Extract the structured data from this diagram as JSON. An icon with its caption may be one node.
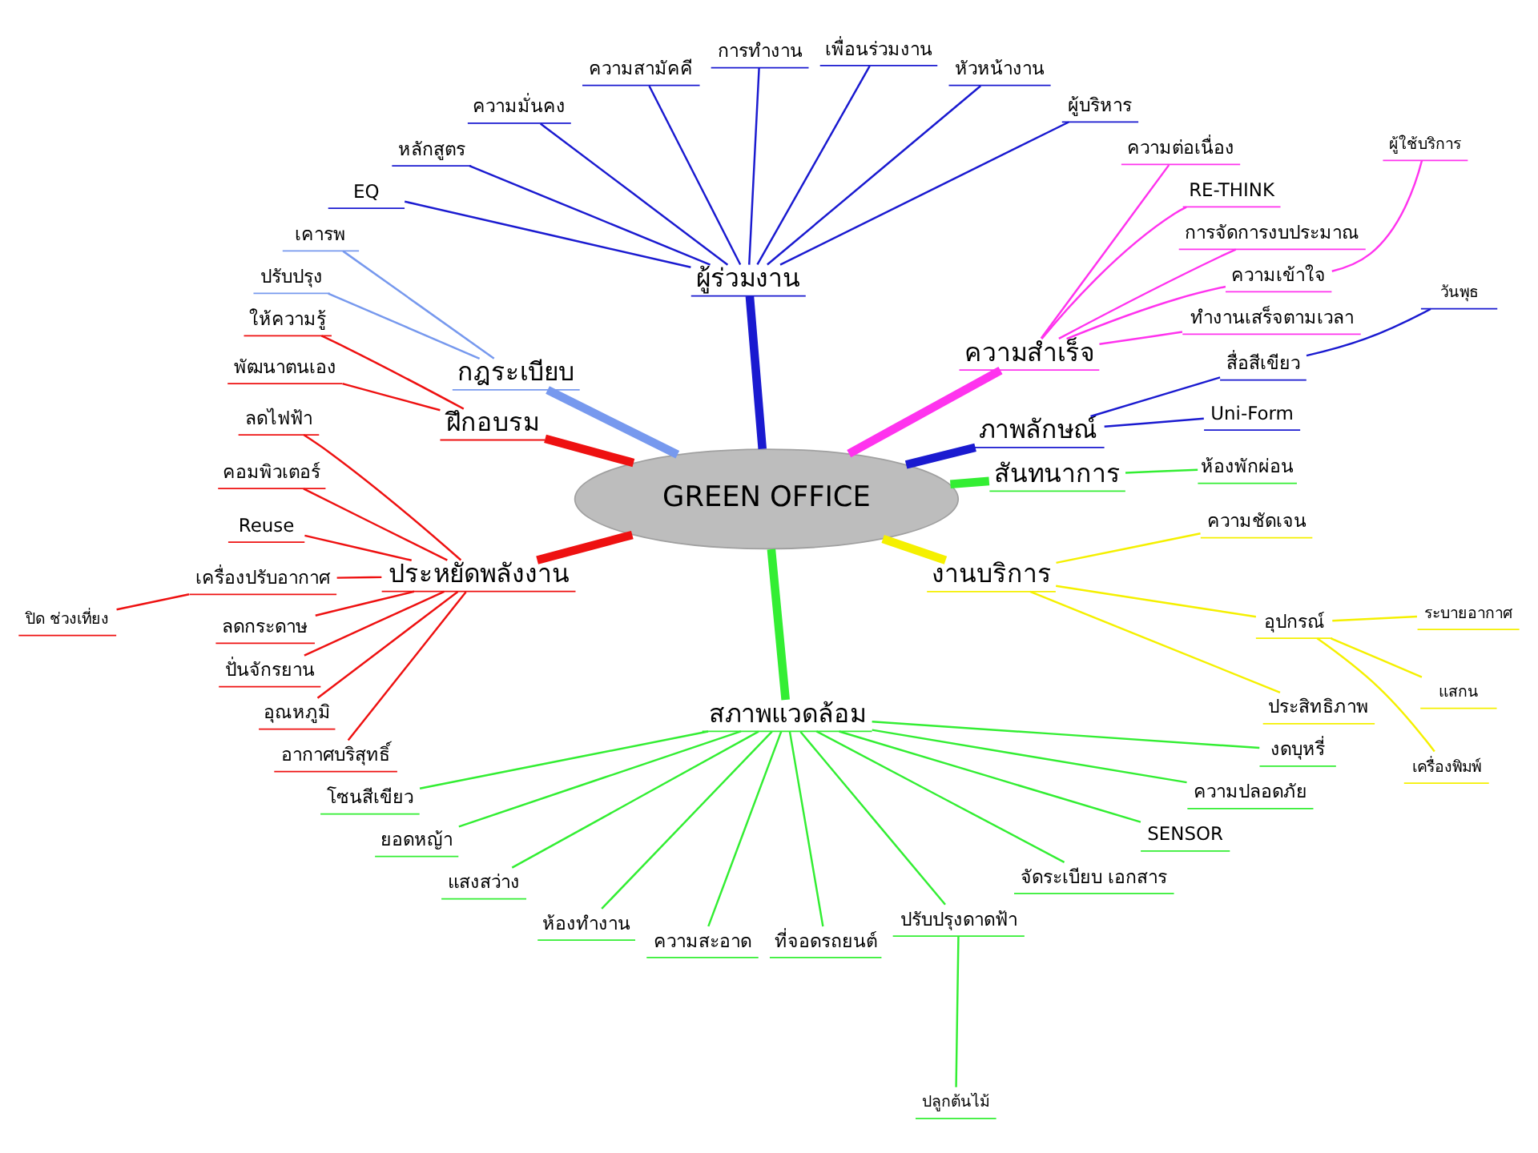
{
  "diagram": {
    "nodes": [
      {
        "text": [
          "GREEN OFFICE"
        ]
      },
      {
        "text": [
          "สันทนาการ"
        ]
      },
      {
        "text": [
          "ห้องพักผ่อน"
        ]
      },
      {
        "text": [
          "ภาพลักษณ์"
        ]
      },
      {
        "text": [
          "Uni-Form"
        ]
      },
      {
        "text": [
          "สื่อสีเขียว"
        ]
      },
      {
        "text": [
          "วันพุธ"
        ]
      },
      {
        "text": [
          "ความสำเร็จ"
        ]
      },
      {
        "text": [
          "ทำงานเสร็จตามเวลา"
        ]
      },
      {
        "text": [
          "ความเข้าใจ"
        ]
      },
      {
        "text": [
          "ผู้ใช้บริการ"
        ]
      },
      {
        "text": [
          "การจัดการงบประมาณ"
        ]
      },
      {
        "text": [
          "RE-THINK"
        ]
      },
      {
        "text": [
          "ความต่อเนื่อง"
        ]
      },
      {
        "text": [
          "ผู้ร่วมงาน"
        ]
      },
      {
        "text": [
          "ผู้บริหาร"
        ]
      },
      {
        "text": [
          "หัวหน้างาน"
        ]
      },
      {
        "text": [
          "เพื่อนร่วมงาน"
        ]
      },
      {
        "text": [
          "การทำงาน"
        ]
      },
      {
        "text": [
          "ความสามัคคี"
        ]
      },
      {
        "text": [
          "ความมั่นคง"
        ]
      },
      {
        "text": [
          "หลักสูตร"
        ]
      },
      {
        "text": [
          "EQ"
        ]
      },
      {
        "text": [
          "กฎระเบียบ"
        ]
      },
      {
        "text": [
          "เคารพ"
        ]
      },
      {
        "text": [
          "ปรับปรุง"
        ]
      },
      {
        "text": [
          "ฝึกอบรม"
        ]
      },
      {
        "text": [
          "ให้ความรู้"
        ]
      },
      {
        "text": [
          "พัฒนาตนเอง"
        ]
      },
      {
        "text": [
          "ประหยัดพลังงาน"
        ]
      },
      {
        "text": [
          "ลดไฟฟ้า"
        ]
      },
      {
        "text": [
          "คอมพิวเตอร์"
        ]
      },
      {
        "text": [
          "Reuse"
        ]
      },
      {
        "text": [
          "เครื่องปรับอากาศ"
        ]
      },
      {
        "text": [
          "ปิด ช่วงเที่ยง"
        ]
      },
      {
        "text": [
          "ลดกระดาษ"
        ]
      },
      {
        "text": [
          "ปั่นจักรยาน"
        ]
      },
      {
        "text": [
          "อุณหภูมิ"
        ]
      },
      {
        "text": [
          "อากาศบริสุทธิ์"
        ]
      },
      {
        "text": [
          "สภาพแวดล้อม"
        ]
      },
      {
        "text": [
          "โซนสีเขียว"
        ]
      },
      {
        "text": [
          "ยอดหญ้า"
        ]
      },
      {
        "text": [
          "แสงสว่าง"
        ]
      },
      {
        "text": [
          "ห้องทำงาน"
        ]
      },
      {
        "text": [
          "ความสะอาด"
        ]
      },
      {
        "text": [
          "ที่จอดรถยนต์"
        ]
      },
      {
        "text": [
          "ปรับปรุงดาดฟ้า"
        ]
      },
      {
        "text": [
          "ปลูกต้นไม้"
        ]
      },
      {
        "text": [
          "จัดระเบียบ เอกสาร"
        ]
      },
      {
        "text": [
          "SENSOR"
        ]
      },
      {
        "text": [
          "ความปลอดภัย"
        ]
      },
      {
        "text": [
          "งดบุหรี่"
        ]
      },
      {
        "text": [
          "งานบริการ"
        ]
      },
      {
        "text": [
          "ประสิทธิภาพ"
        ]
      },
      {
        "text": [
          "อุปกรณ์"
        ]
      },
      {
        "text": [
          "เครื่องพิมพ์"
        ]
      },
      {
        "text": [
          "แสกน"
        ]
      },
      {
        "text": [
          "ระบายอากาศ"
        ]
      },
      {
        "text": [
          "ความชัดเจน"
        ]
      }
    ],
    "edges": [
      {
        "from": 0,
        "to": 1,
        "arrow": "none",
        "style": "thick",
        "color": "#33ee33"
      },
      {
        "from": 1,
        "to": 2,
        "arrow": "none",
        "color": "#33ee33"
      },
      {
        "from": 0,
        "to": 3,
        "arrow": "none",
        "style": "thick",
        "color": "#1a1ad0"
      },
      {
        "from": 3,
        "to": 4,
        "arrow": "none",
        "color": "#1a1ad0"
      },
      {
        "from": 3,
        "to": 5,
        "arrow": "none",
        "color": "#1a1ad0"
      },
      {
        "from": 5,
        "to": 6,
        "arrow": "none",
        "color": "#1a1ad0"
      },
      {
        "from": 0,
        "to": 7,
        "arrow": "none",
        "style": "thick",
        "color": "#ff33ee"
      },
      {
        "from": 7,
        "to": 8,
        "arrow": "none",
        "color": "#ff33ee"
      },
      {
        "from": 7,
        "to": 9,
        "arrow": "none",
        "color": "#ff33ee"
      },
      {
        "from": 9,
        "to": 10,
        "arrow": "none",
        "color": "#ff33ee"
      },
      {
        "from": 7,
        "to": 11,
        "arrow": "none",
        "color": "#ff33ee"
      },
      {
        "from": 7,
        "to": 12,
        "arrow": "none",
        "color": "#ff33ee"
      },
      {
        "from": 7,
        "to": 13,
        "arrow": "none",
        "color": "#ff33ee"
      },
      {
        "from": 0,
        "to": 14,
        "arrow": "none",
        "style": "thick",
        "color": "#1a1ad0"
      },
      {
        "from": 14,
        "to": 15,
        "arrow": "none",
        "color": "#1a1ad0"
      },
      {
        "from": 14,
        "to": 16,
        "arrow": "none",
        "color": "#1a1ad0"
      },
      {
        "from": 14,
        "to": 17,
        "arrow": "none",
        "color": "#1a1ad0"
      },
      {
        "from": 14,
        "to": 18,
        "arrow": "none",
        "color": "#1a1ad0"
      },
      {
        "from": 14,
        "to": 19,
        "arrow": "none",
        "color": "#1a1ad0"
      },
      {
        "from": 14,
        "to": 20,
        "arrow": "none",
        "color": "#1a1ad0"
      },
      {
        "from": 14,
        "to": 21,
        "arrow": "none",
        "color": "#1a1ad0"
      },
      {
        "from": 14,
        "to": 22,
        "arrow": "none",
        "color": "#1a1ad0"
      },
      {
        "from": 0,
        "to": 23,
        "arrow": "none",
        "style": "thick",
        "color": "#7799ee"
      },
      {
        "from": 23,
        "to": 24,
        "arrow": "none",
        "color": "#7799ee"
      },
      {
        "from": 23,
        "to": 25,
        "arrow": "none",
        "color": "#7799ee"
      },
      {
        "from": 0,
        "to": 26,
        "arrow": "none",
        "style": "thick",
        "color": "#ee1111"
      },
      {
        "from": 26,
        "to": 27,
        "arrow": "none",
        "color": "#ee1111"
      },
      {
        "from": 26,
        "to": 28,
        "arrow": "none",
        "color": "#ee1111"
      },
      {
        "from": 0,
        "to": 29,
        "arrow": "none",
        "style": "thick",
        "color": "#ee1111"
      },
      {
        "from": 29,
        "to": 30,
        "arrow": "none",
        "color": "#ee1111"
      },
      {
        "from": 29,
        "to": 31,
        "arrow": "none",
        "color": "#ee1111"
      },
      {
        "from": 29,
        "to": 32,
        "arrow": "none",
        "color": "#ee1111"
      },
      {
        "from": 29,
        "to": 33,
        "arrow": "none",
        "color": "#ee1111"
      },
      {
        "from": 33,
        "to": 34,
        "arrow": "none",
        "color": "#ee1111"
      },
      {
        "from": 29,
        "to": 35,
        "arrow": "none",
        "color": "#ee1111"
      },
      {
        "from": 29,
        "to": 36,
        "arrow": "none",
        "color": "#ee1111"
      },
      {
        "from": 29,
        "to": 37,
        "arrow": "none",
        "color": "#ee1111"
      },
      {
        "from": 29,
        "to": 38,
        "arrow": "none",
        "color": "#ee1111"
      },
      {
        "from": 0,
        "to": 39,
        "arrow": "none",
        "style": "thick",
        "color": "#33ee33"
      },
      {
        "from": 39,
        "to": 40,
        "arrow": "none",
        "color": "#33ee33"
      },
      {
        "from": 39,
        "to": 41,
        "arrow": "none",
        "color": "#33ee33"
      },
      {
        "from": 39,
        "to": 42,
        "arrow": "none",
        "color": "#33ee33"
      },
      {
        "from": 39,
        "to": 43,
        "arrow": "none",
        "color": "#33ee33"
      },
      {
        "from": 39,
        "to": 44,
        "arrow": "none",
        "color": "#33ee33"
      },
      {
        "from": 39,
        "to": 45,
        "arrow": "none",
        "color": "#33ee33"
      },
      {
        "from": 39,
        "to": 46,
        "arrow": "none",
        "color": "#33ee33"
      },
      {
        "from": 46,
        "to": 47,
        "arrow": "none",
        "color": "#33ee33"
      },
      {
        "from": 39,
        "to": 48,
        "arrow": "none",
        "color": "#33ee33"
      },
      {
        "from": 39,
        "to": 49,
        "arrow": "none",
        "color": "#33ee33"
      },
      {
        "from": 39,
        "to": 50,
        "arrow": "none",
        "color": "#33ee33"
      },
      {
        "from": 39,
        "to": 51,
        "arrow": "none",
        "color": "#33ee33"
      },
      {
        "from": 0,
        "to": 52,
        "arrow": "none",
        "style": "thick",
        "color": "#f5f000"
      },
      {
        "from": 52,
        "to": 53,
        "arrow": "none",
        "color": "#f5f000"
      },
      {
        "from": 52,
        "to": 54,
        "arrow": "none",
        "color": "#f5f000"
      },
      {
        "from": 54,
        "to": 55,
        "arrow": "none",
        "color": "#f5f000"
      },
      {
        "from": 54,
        "to": 56,
        "arrow": "none",
        "color": "#f5f000"
      },
      {
        "from": 54,
        "to": 57,
        "arrow": "none",
        "color": "#f5f000"
      },
      {
        "from": 52,
        "to": 58,
        "arrow": "none",
        "color": "#f5f000"
      }
    ]
  }
}
